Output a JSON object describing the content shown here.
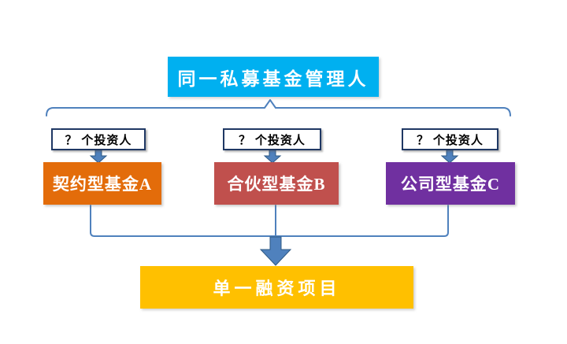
{
  "diagram": {
    "manager": {
      "label": "同一私募基金管理人",
      "bg_color": "#00B0F0",
      "text_color": "#FFFFFF"
    },
    "investors": [
      {
        "label": "？ 个投资人"
      },
      {
        "label": "？ 个投资人"
      },
      {
        "label": "？ 个投资人"
      }
    ],
    "funds": [
      {
        "label": "契约型基金A",
        "bg_color": "#E36C0A",
        "text_color": "#FFFFFF"
      },
      {
        "label": "合伙型基金B",
        "bg_color": "#C0504D",
        "text_color": "#FFFFFF"
      },
      {
        "label": "公司型基金C",
        "bg_color": "#7030A0",
        "text_color": "#FFFFFF"
      }
    ],
    "project": {
      "label": "单一融资项目",
      "bg_color": "#FFC000",
      "text_color": "#FFFFFF"
    },
    "connector_color": "#4F81BD",
    "investor_border_color": "#1F3864",
    "background_color": "#FFFFFF"
  }
}
